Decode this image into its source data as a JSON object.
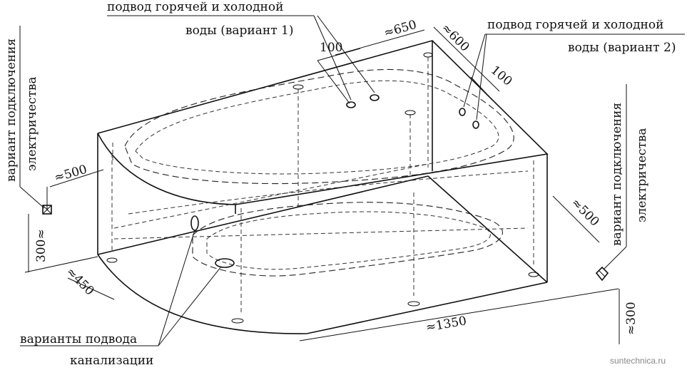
{
  "labels": {
    "hot_cold_v1_line1": "подвод горячей и холодной",
    "hot_cold_v1_line2": "воды (вариант 1)",
    "hot_cold_v2_line1": "подвод горячей и холодной",
    "hot_cold_v2_line2": "воды (вариант 2)",
    "electric_left_line1": "вариант подключения",
    "electric_left_line2": "электричества",
    "electric_right_line1": "вариант подключения",
    "electric_right_line2": "электричества",
    "drain_line1": "варианты подвода",
    "drain_line2": "канализации"
  },
  "dimensions": {
    "d650": "≈650",
    "d600": "≈600",
    "d100_left": "100",
    "d100_right": "100",
    "d500_left": "≈500",
    "d500_right": "≈500",
    "d300_left": "300≈",
    "d300_right": "≈300",
    "d450": "≈450",
    "d1350": "≈1350"
  },
  "watermark": "suntechnica.ru"
}
